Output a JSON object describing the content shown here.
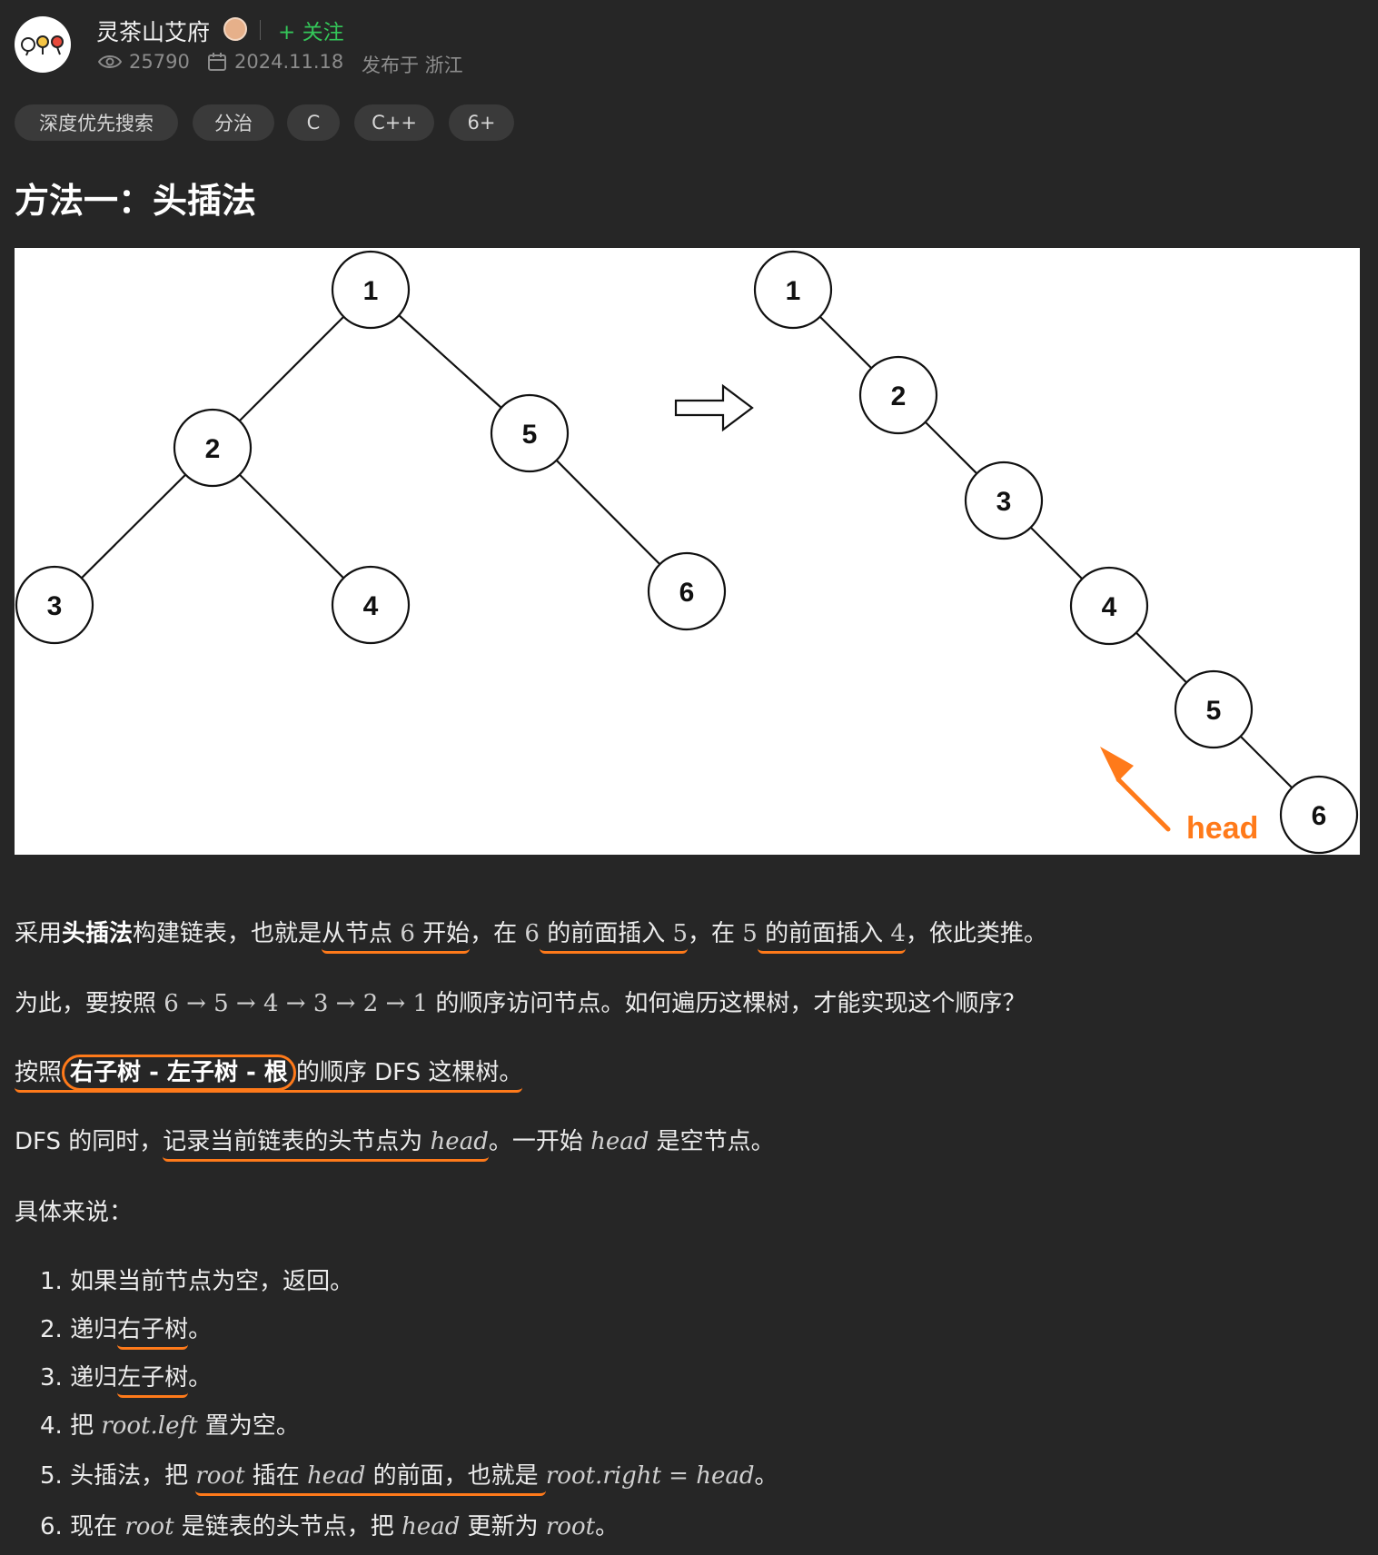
{
  "author": {
    "name": "灵茶山艾府",
    "follow_label": "+ 关注"
  },
  "meta": {
    "views": "25790",
    "date": "2024.11.18",
    "location": "发布于 浙江"
  },
  "tags": [
    "深度优先搜索",
    "分治",
    "C",
    "C++",
    "6+"
  ],
  "section_title": "方法一：头插法",
  "figure": {
    "left_tree_nodes": [
      "1",
      "2",
      "5",
      "3",
      "4",
      "6"
    ],
    "right_chain_nodes": [
      "1",
      "2",
      "3",
      "4",
      "5",
      "6"
    ],
    "head_label": "head",
    "accent_color": "#ff7a1a"
  },
  "paragraphs": {
    "p1": {
      "a": "采用",
      "b": "头插法",
      "c": "构建链表，也就是",
      "d": "从节点 ",
      "e": "6",
      "f": " 开始",
      "g": "，在 ",
      "h": "6",
      "i": " 的前面插入 ",
      "j": "5",
      "k": "，在 ",
      "l": "5",
      "m": " 的前面插入 ",
      "n": "4",
      "o": "，依此类推。"
    },
    "p2": {
      "a": "为此，要按照 ",
      "seq": "6 → 5 → 4 → 3 → 2 → 1",
      "b": " 的顺序访问节点。如何遍历这棵树，才能实现这个顺序？"
    },
    "p3": {
      "a": "按照",
      "b": "右子树 - 左子树 - 根",
      "c": "的顺序 DFS 这棵树。"
    },
    "p4": {
      "a": "DFS 的同时，",
      "b": "记录当前链表的头节点为 ",
      "c": "head",
      "d": "。一开始 ",
      "e": "head",
      "f": " 是空节点。"
    },
    "p5": "具体来说："
  },
  "steps": [
    {
      "n": "1. ",
      "a": "如果当前节点为空，返回。"
    },
    {
      "n": "2. ",
      "a": "递归",
      "b": "右子树",
      "c": "。"
    },
    {
      "n": "3. ",
      "a": "递归",
      "b": "左子树",
      "c": "。"
    },
    {
      "n": "4. ",
      "a": "把 ",
      "m1": "root.left",
      "b": " 置为空。"
    },
    {
      "n": "5. ",
      "a": "头插法，把 ",
      "m1": "root",
      "b": " 插在 ",
      "m2": "head",
      "c": " 的前面，也就是 ",
      "m3": "root.right = head",
      "d": "。"
    },
    {
      "n": "6. ",
      "a": "现在 ",
      "m1": "root",
      "b": " 是链表的头节点，把 ",
      "m2": "head",
      "c": " 更新为 ",
      "m3": "root",
      "d": "。"
    }
  ]
}
